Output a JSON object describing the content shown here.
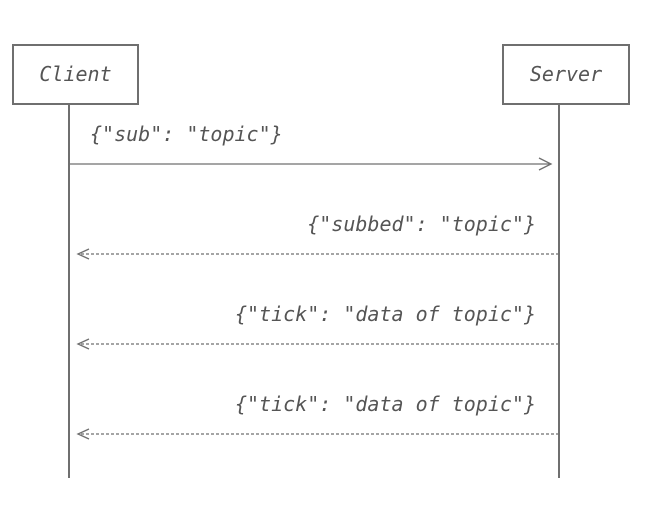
{
  "participants": {
    "client": "Client",
    "server": "Server"
  },
  "messages": [
    {
      "text": "{\"sub\": \"topic\"}",
      "from": "client",
      "to": "server",
      "style": "solid"
    },
    {
      "text": "{\"subbed\": \"topic\"}",
      "from": "server",
      "to": "client",
      "style": "dashed"
    },
    {
      "text": "{\"tick\": \"data of topic\"}",
      "from": "server",
      "to": "client",
      "style": "dashed"
    },
    {
      "text": "{\"tick\": \"data of topic\"}",
      "from": "server",
      "to": "client",
      "style": "dashed"
    }
  ]
}
